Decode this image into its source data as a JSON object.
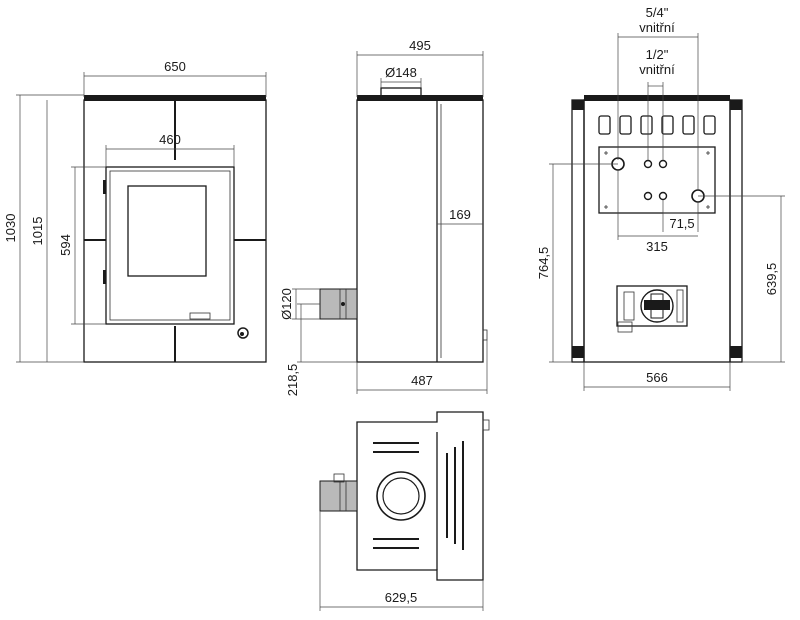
{
  "front_view": {
    "width_label": "650",
    "door_width_label": "460",
    "height_total_label": "1030",
    "height_body_label": "1015",
    "door_height_label": "594"
  },
  "side_view": {
    "depth_top_label": "495",
    "flue_diameter_label": "Ø148",
    "depth_bottom_label": "487",
    "panel_label": "169",
    "pipe_diameter_label": "Ø120",
    "pipe_height_label": "218,5"
  },
  "rear_view": {
    "connection_large_label": "5/4\"",
    "connection_large_sub": "vnitřní",
    "connection_small_label": "1/2\"",
    "connection_small_sub": "vnitřní",
    "spacing_small_label": "71,5",
    "spacing_wide_label": "315",
    "height_left_label": "764,5",
    "height_right_label": "639,5",
    "width_label": "566"
  },
  "top_view": {
    "depth_label": "629,5"
  }
}
